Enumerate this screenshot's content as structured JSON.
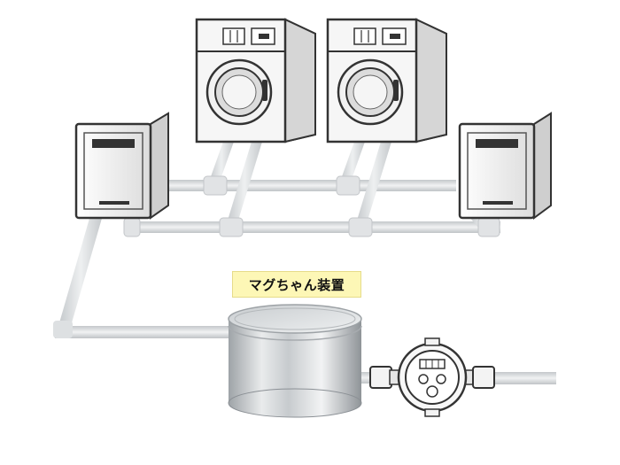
{
  "device_label": "マグちゃん装置",
  "colors": {
    "pipe": "#d9dcde",
    "pipe_shadow": "#b9bdc1",
    "outline": "#3a3a3a",
    "machine_body": "#f2f2f2",
    "tank": "#bfc3c6",
    "label_bg": "#fdf7b6"
  },
  "components": {
    "washing_machines": 2,
    "water_heaters": 2,
    "magnetic_device": 1,
    "water_meter": 1
  }
}
